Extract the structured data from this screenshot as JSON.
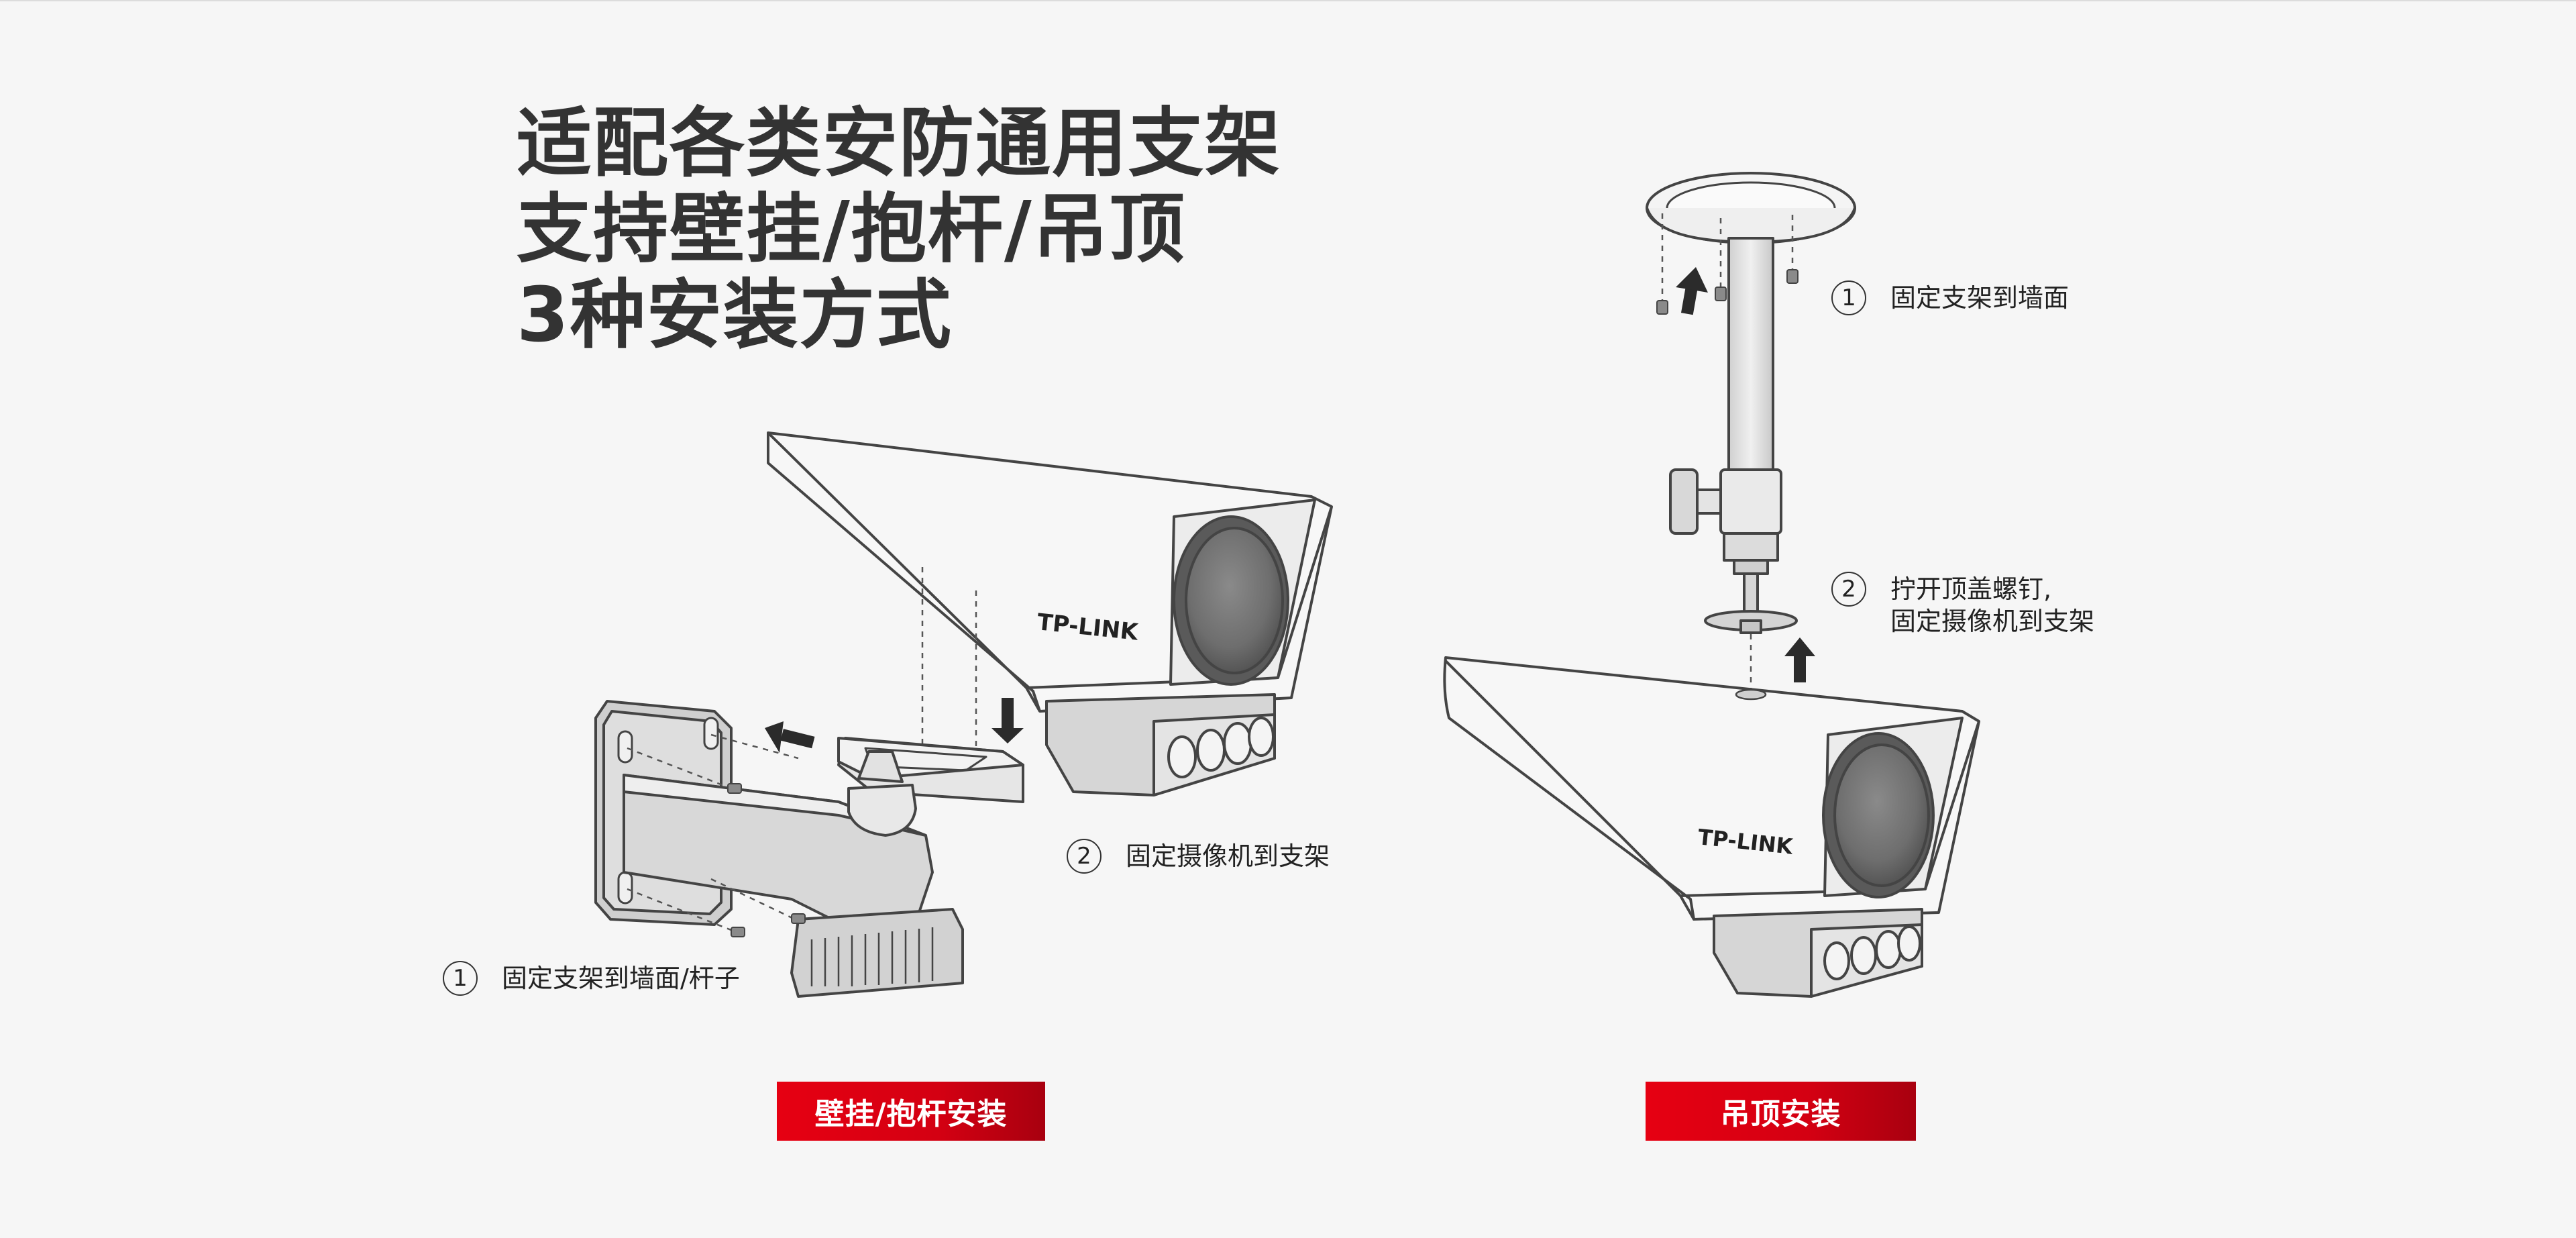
{
  "headline": {
    "line1": "适配各类安防通用支架",
    "line2": "支持壁挂/抱杆/吊顶",
    "line3": "3种安装方式"
  },
  "brand_logo": "TP-LINK",
  "wall_mount": {
    "step1": {
      "num": "1",
      "text": "固定支架到墙面/杆子"
    },
    "step2": {
      "num": "2",
      "text": "固定摄像机到支架"
    },
    "button_label": "壁挂/抱杆安装"
  },
  "ceiling_mount": {
    "step1": {
      "num": "1",
      "text": "固定支架到墙面"
    },
    "step2": {
      "num": "2",
      "text_line1": "拧开顶盖螺钉,",
      "text_line2": "固定摄像机到支架"
    },
    "button_label": "吊顶安装"
  },
  "colors": {
    "accent_red": "#e60012",
    "text_dark": "#333333",
    "background": "#f6f6f6"
  },
  "icons": [
    "arrow-up-icon",
    "arrow-down-icon",
    "arrow-left-icon",
    "screw-icon"
  ]
}
